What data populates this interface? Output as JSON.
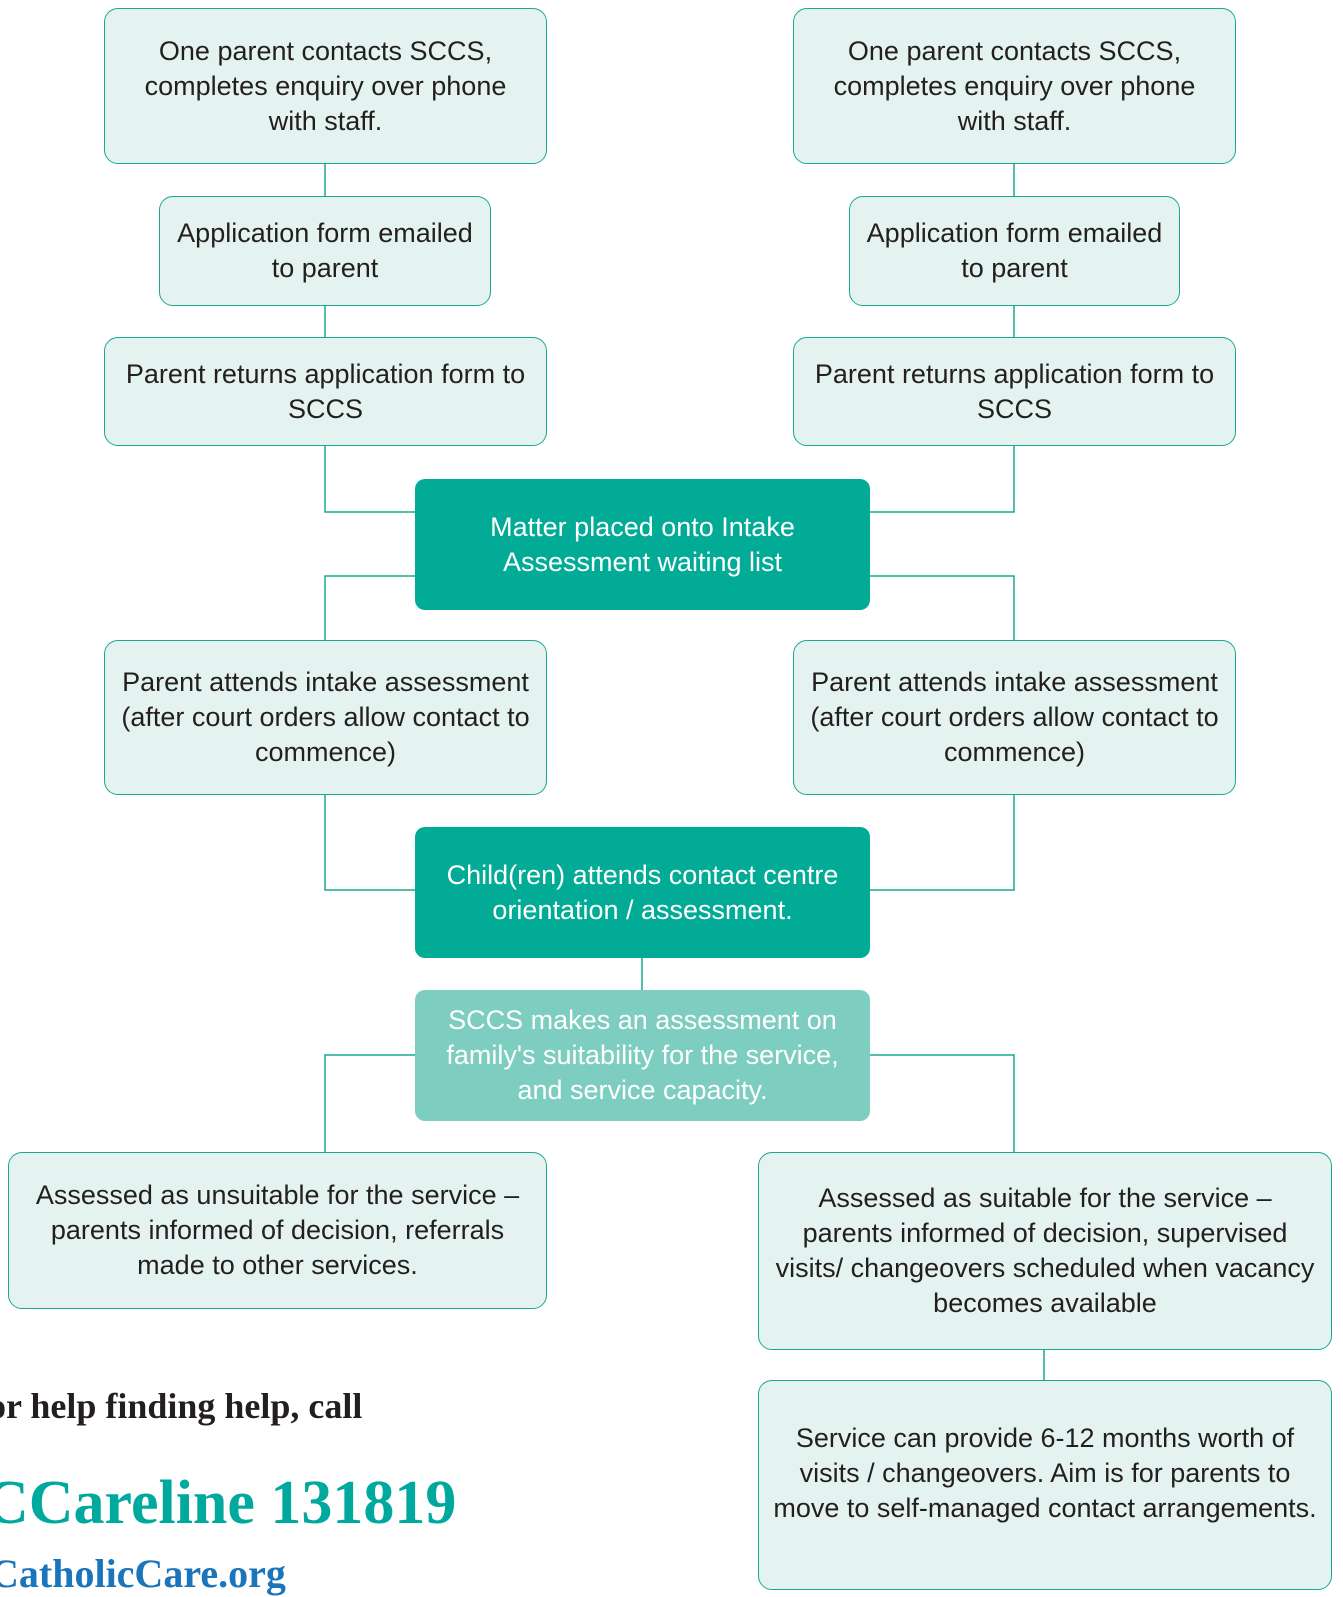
{
  "colors": {
    "box_fill_light": "#e4f3ef",
    "box_border": "#1aa893",
    "box_fill_dark": "#02ab96",
    "box_fill_mid": "#7ecdc1",
    "connector": "#1aa893"
  },
  "left": {
    "enquiry": "One parent contacts SCCS, completes enquiry over phone with staff.",
    "form_emailed": "Application form emailed to parent",
    "form_returned": "Parent returns application form to SCCS",
    "intake": "Parent attends intake assessment (after court orders allow contact to commence)"
  },
  "right": {
    "enquiry": "One parent contacts SCCS, completes enquiry over phone with staff.",
    "form_emailed": "Application form emailed to parent",
    "form_returned": "Parent returns application form to SCCS",
    "intake": "Parent attends intake assessment (after court orders allow contact to commence)"
  },
  "center": {
    "waiting_list": "Matter placed onto Intake Assessment waiting list",
    "orientation": "Child(ren) attends contact centre orientation / assessment.",
    "suitability": "SCCS makes an assessment on family's suitability for the service, and service capacity."
  },
  "outcomes": {
    "unsuitable": "Assessed as unsuitable for the service – parents informed of decision, referrals made to other services.",
    "suitable": "Assessed as suitable for the service – parents informed of decision, supervised visits/ changeovers scheduled when vacancy becomes available",
    "duration": "Service can provide 6-12 months worth of visits / changeovers. Aim is for parents to move to self-managed contact arrangements."
  },
  "footer": {
    "help_text": "or help finding help, call",
    "careline": "CCareline 131819",
    "website": "CatholicCare.org"
  }
}
